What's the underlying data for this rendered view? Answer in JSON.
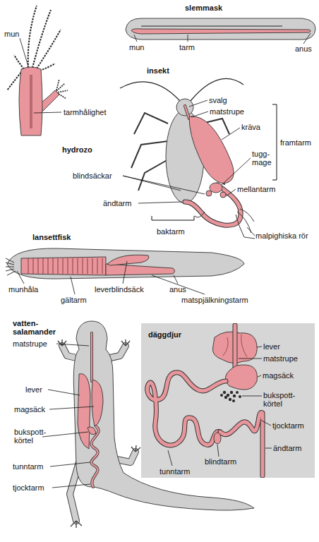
{
  "diagram": {
    "nodes": [
      {
        "text": [
          "däggdjur"
        ]
      }
    ],
    "labels": [
      "slemmask",
      "mun",
      "tarm",
      "anus",
      "mun",
      "tarmhålighet",
      "hydrozo",
      "insekt",
      "svalg",
      "matstrupe",
      "kräva",
      "framtarm",
      "tugg- mage",
      "blindsäckar",
      "mellantarm",
      "ändtarm",
      "malpighiska rör",
      "baktarm",
      "lansettfisk",
      "munhåla",
      "gältarm",
      "leverblindsäck",
      "anus",
      "matspjälkningstarm",
      "vatten- salamander",
      "matstrupe",
      "lever",
      "magsäck",
      "bukspott- körtel",
      "tunntarm",
      "tjocktarm",
      "lever",
      "matstrupe",
      "magsäck",
      "bukspott- körtel",
      "tjocktarm",
      "ändtarm",
      "blindtarm",
      "tunntarm"
    ]
  }
}
